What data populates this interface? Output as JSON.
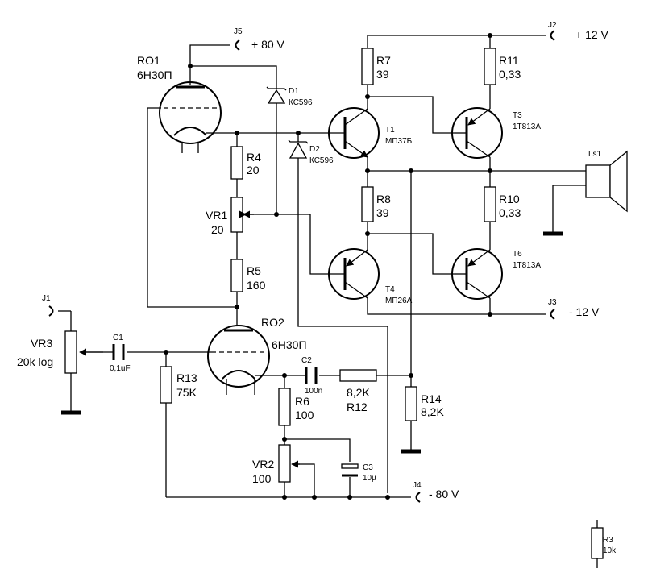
{
  "colors": {
    "positive": "#e02020",
    "negative": "#1a3fbf",
    "ink": "#000000"
  },
  "components": {
    "ro1": {
      "ref": "RO1",
      "value": "6Н30П"
    },
    "ro2": {
      "ref": "RO2",
      "value": "6Н30П"
    },
    "r7": {
      "ref": "R7",
      "value": "39"
    },
    "r11": {
      "ref": "R11",
      "value": "0,33"
    },
    "r4": {
      "ref": "R4",
      "value": "20"
    },
    "vr1": {
      "ref": "VR1",
      "value": "20"
    },
    "r5": {
      "ref": "R5",
      "value": "160"
    },
    "r8": {
      "ref": "R8",
      "value": "39"
    },
    "r10": {
      "ref": "R10",
      "value": "0,33"
    },
    "r13": {
      "ref": "R13",
      "value": "75K"
    },
    "r6": {
      "ref": "R6",
      "value": "100"
    },
    "vr2": {
      "ref": "VR2",
      "value": "100"
    },
    "r12": {
      "ref": "R12",
      "value": "8,2K"
    },
    "r14": {
      "ref": "R14",
      "value": "8,2K"
    },
    "r3": {
      "ref": "R3",
      "value": "10k"
    },
    "vr3": {
      "ref": "VR3",
      "value": "20k log"
    },
    "c1": {
      "ref": "C1",
      "value": "0,1uF"
    },
    "c2": {
      "ref": "C2",
      "value": "100n"
    },
    "c3": {
      "ref": "C3",
      "value": "10µ"
    },
    "d1": {
      "ref": "D1",
      "value": "КС596"
    },
    "d2": {
      "ref": "D2",
      "value": "КС596"
    },
    "t1": {
      "ref": "T1",
      "value": "МП37Б"
    },
    "t3": {
      "ref": "T3",
      "value": "1Т813А"
    },
    "t4": {
      "ref": "T4",
      "value": "МП26А"
    },
    "t6": {
      "ref": "T6",
      "value": "1Т813А"
    },
    "ls1": {
      "ref": "Ls1"
    }
  },
  "connectors": {
    "j1": {
      "ref": "J1"
    },
    "j2": {
      "ref": "J2",
      "voltage": "+ 12  V"
    },
    "j3": {
      "ref": "J3",
      "voltage": "- 12  V"
    },
    "j4": {
      "ref": "J4",
      "voltage": "- 80  V"
    },
    "j5": {
      "ref": "J5",
      "voltage": "+ 80  V"
    }
  }
}
